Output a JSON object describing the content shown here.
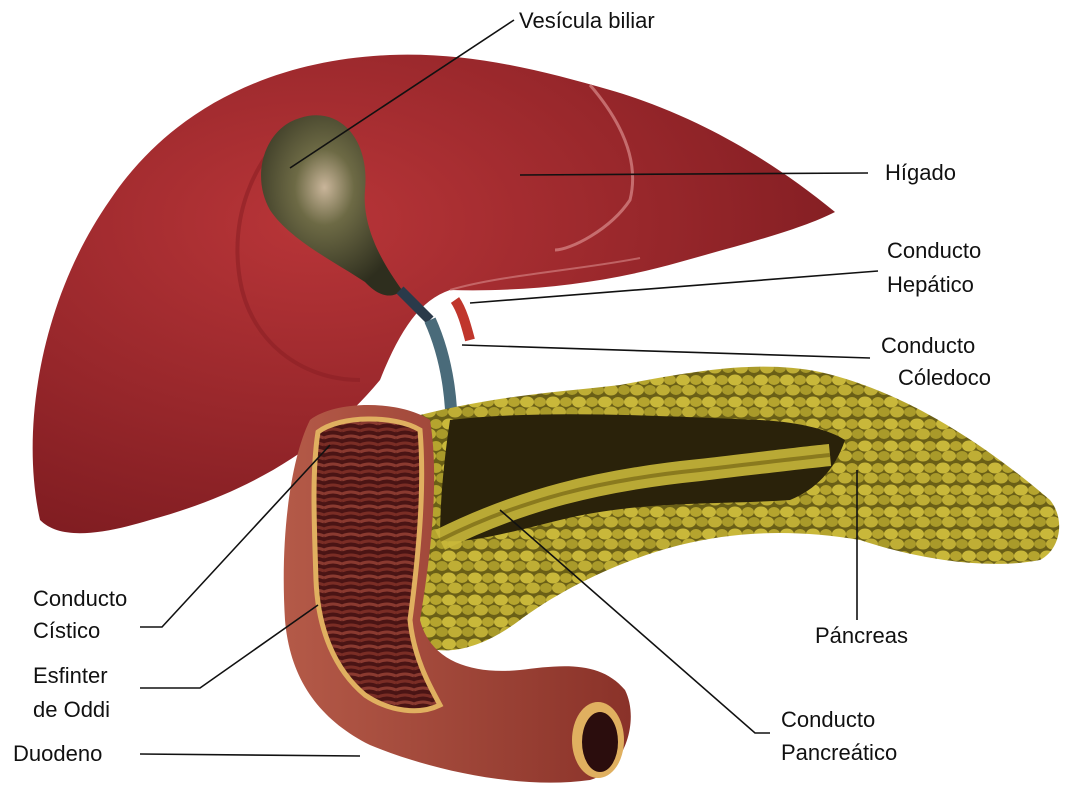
{
  "labels": {
    "vesicula": "Vesícula biliar",
    "higado": "Hígado",
    "hepatico": [
      "Conducto",
      "Hepático"
    ],
    "coledoco": [
      "Conducto",
      "Cóledoco"
    ],
    "cistico": [
      "Conducto",
      "Cístico"
    ],
    "oddi": [
      "Esfinter",
      "de Oddi"
    ],
    "duodeno": "Duodeno",
    "pancreas": "Páncreas",
    "pancreatico": [
      "Conducto",
      "Pancreático"
    ]
  },
  "colors": {
    "liver": "#a32a2c",
    "liver_dark": "#7a1a1f",
    "gallbladder": "#5a5a3a",
    "duodenum": "#a0453a",
    "duodenum_inner": "#5c1f1f",
    "pancreas": "#b3a52e",
    "pancreas_dark": "#6f6518",
    "duct": "#4a6b7a"
  }
}
